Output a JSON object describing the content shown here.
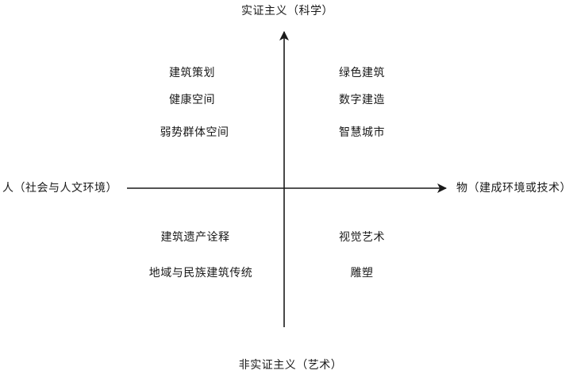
{
  "axes": {
    "top": "实证主义（科学）",
    "bottom": "非实证主义（艺术）",
    "left": "人（社会与人文环境）",
    "right": "物（建成环境或技术）"
  },
  "quadrants": {
    "top_left": [
      "建筑策划",
      "健康空间",
      "弱势群体空间"
    ],
    "top_right": [
      "绿色建筑",
      "数字建造",
      "智慧城市"
    ],
    "bottom_left": [
      "建筑遗产诠释",
      "地域与民族建筑传统"
    ],
    "bottom_right": [
      "视觉艺术",
      "雕塑"
    ]
  },
  "colors": {
    "line": "#1a1a1a",
    "text": "#1a1a1a"
  }
}
